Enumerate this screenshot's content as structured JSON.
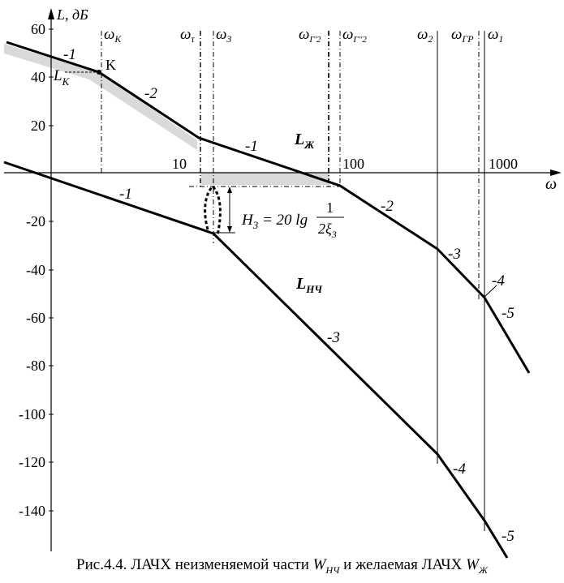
{
  "axes": {
    "y_title": "L, дБ",
    "x_title": "ω",
    "y_ticks": [
      "60",
      "40",
      "20",
      "-20",
      "-40",
      "-60",
      "-80",
      "-100",
      "-120",
      "-140"
    ],
    "x_ticks": [
      "10",
      "100",
      "1000"
    ]
  },
  "freqs": {
    "wk": "ω",
    "wk_sub": "К",
    "wt": "ω",
    "wt_sub": "τ",
    "w3": "ω",
    "w3_sub": "3",
    "wg2a": "ω",
    "wg2a_sub": "Г'2",
    "wg2b": "ω",
    "wg2b_sub": "Г''2",
    "w2": "ω",
    "w2_sub": "2",
    "wgr": "ω",
    "wgr_sub": "ГР",
    "w1": "ω",
    "w1_sub": "1"
  },
  "point_k": {
    "label": "K",
    "lk": "L",
    "lk_sub": "K"
  },
  "slopes": {
    "d1": "-1",
    "d2": "-2",
    "d3": "-1",
    "d4": "-2",
    "d5": "-3",
    "d6": "-4",
    "d7": "-5",
    "n1": "-1",
    "n2": "-3",
    "n3": "-4",
    "n4": "-5"
  },
  "curves": {
    "desired": "L",
    "desired_sub": "Ж",
    "uncorrected": "L",
    "uncorrected_sub": "НЧ"
  },
  "h3": {
    "lhs": "H",
    "lhs_sub": "3",
    "eq": " = 20 lg",
    "num": "1",
    "den": "2ξ",
    "den_sub": "3"
  },
  "caption": {
    "prefix": "Рис.4.4. ЛАЧХ неизменяемой части ",
    "w": "W",
    "w_sub": "НЧ",
    "middle": " и желаемая ЛАЧХ ",
    "w2": "W",
    "w2_sub": "Ж"
  }
}
